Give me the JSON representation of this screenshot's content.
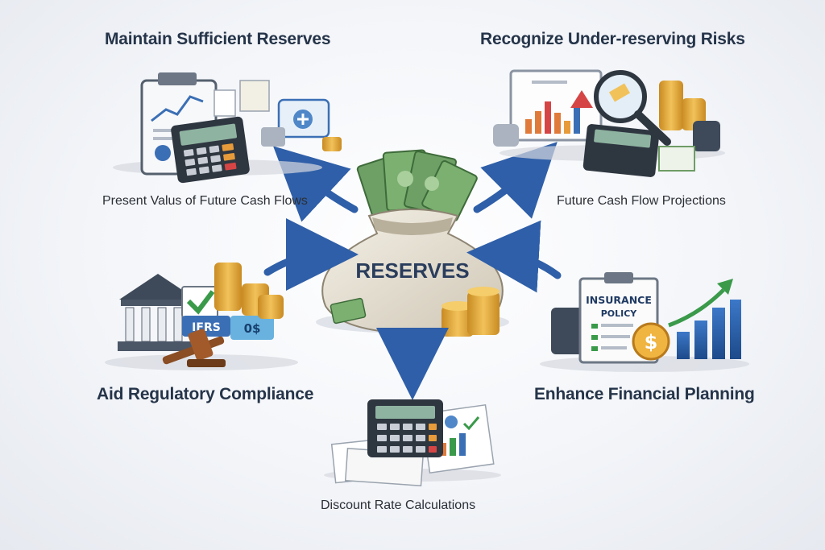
{
  "center": {
    "label": "RESERVES"
  },
  "items": [
    {
      "id": "maintain",
      "heading": "Maintain Sufficient Reserves",
      "caption": "Present Valus of Future Cash Flows"
    },
    {
      "id": "recognize",
      "heading": "Recognize Under-reserving Risks",
      "caption": "Future Cash Flow Projections"
    },
    {
      "id": "regulatory",
      "heading": "Aid Regulatory Compliance",
      "badges": [
        "IFRS",
        "0$"
      ]
    },
    {
      "id": "planning",
      "heading": "Enhance Financial Planning",
      "doc_title": [
        "INSURANCE",
        "POLICY"
      ],
      "coin_symbol": "$"
    },
    {
      "id": "discount",
      "caption": "Discount Rate Calculations"
    }
  ],
  "colors": {
    "arrow": "#2f5fa8",
    "coin": "#e0a43a",
    "money_green": "#5f9a5a",
    "calculator": "#2e3640",
    "screen": "#8fb3a1",
    "heading": "#253449"
  }
}
